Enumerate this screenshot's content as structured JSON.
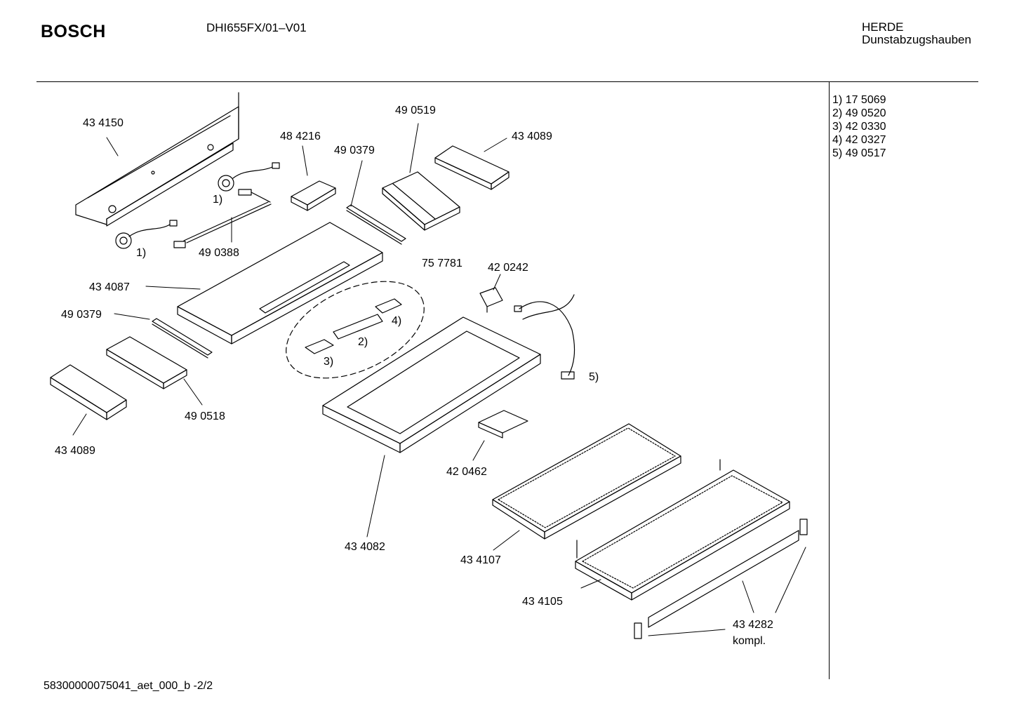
{
  "header": {
    "brand": "BOSCH",
    "model": "DHI655FX/01–V01",
    "category_line1": "HERDE",
    "category_line2": "Dunstabzugshauben"
  },
  "legend": [
    {
      "key": "1)",
      "part": "17 5069"
    },
    {
      "key": "2)",
      "part": "49 0520"
    },
    {
      "key": "3)",
      "part": "42 0330"
    },
    {
      "key": "4)",
      "part": "42 0327"
    },
    {
      "key": "5)",
      "part": "49 0517"
    }
  ],
  "callouts": {
    "c434150": "43 4150",
    "c484216": "48 4216",
    "c490519": "49 0519",
    "c490379a": "49 0379",
    "c434089a": "43 4089",
    "c1a": "1)",
    "c1b": "1)",
    "c490388": "49 0388",
    "c434087": "43 4087",
    "c490379b": "49 0379",
    "c757781": "75 7781",
    "c420242": "42 0242",
    "c4": "4)",
    "c2": "2)",
    "c3": "3)",
    "c5": "5)",
    "c490518": "49 0518",
    "c434089b": "43 4089",
    "c420462": "42 0462",
    "c434082": "43 4082",
    "c434107": "43 4107",
    "c434105": "43 4105",
    "c434282": "43 4282",
    "kompl": "kompl."
  },
  "footer": "58300000075041_aet_000_b -2/2"
}
